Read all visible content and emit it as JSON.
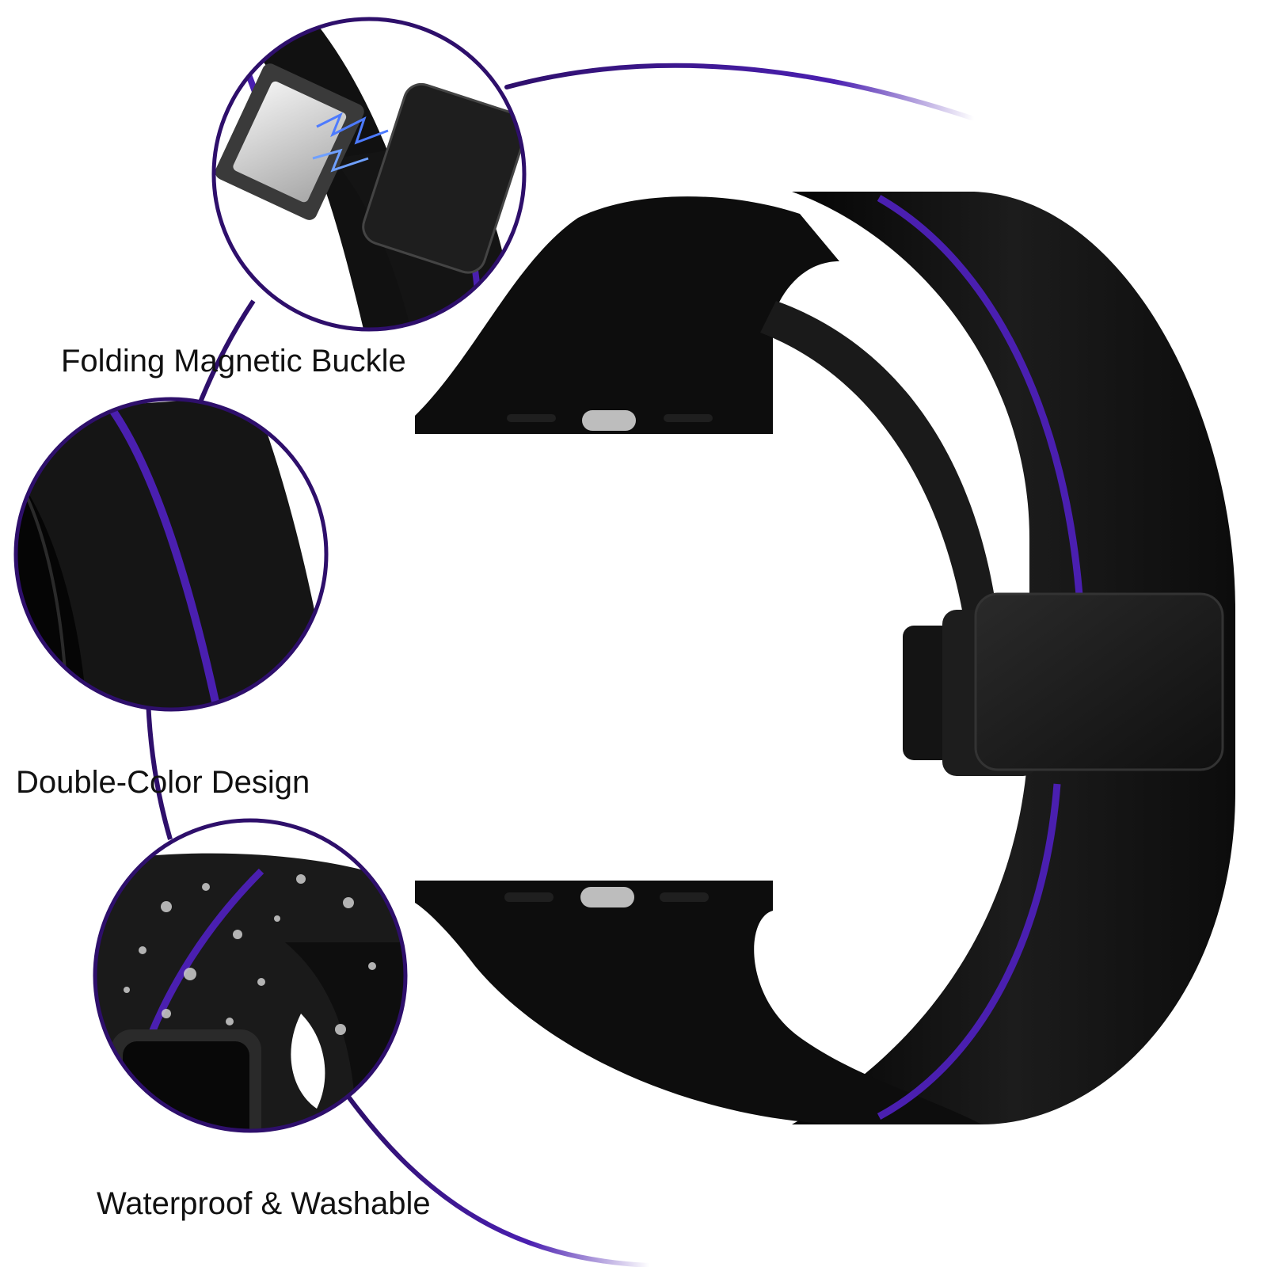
{
  "features": [
    {
      "label": "Folding Magnetic Buckle",
      "icon": "magnetic-buckle-closeup"
    },
    {
      "label": "Double-Color Design",
      "icon": "stripe-closeup"
    },
    {
      "label": "Waterproof & Washable",
      "icon": "water-droplets-closeup"
    }
  ],
  "colors": {
    "band": "#111111",
    "stripe": "#4a1fb0",
    "accent_line": "#3a1580",
    "circle_border": "#2e0f6b",
    "background": "#ffffff"
  }
}
